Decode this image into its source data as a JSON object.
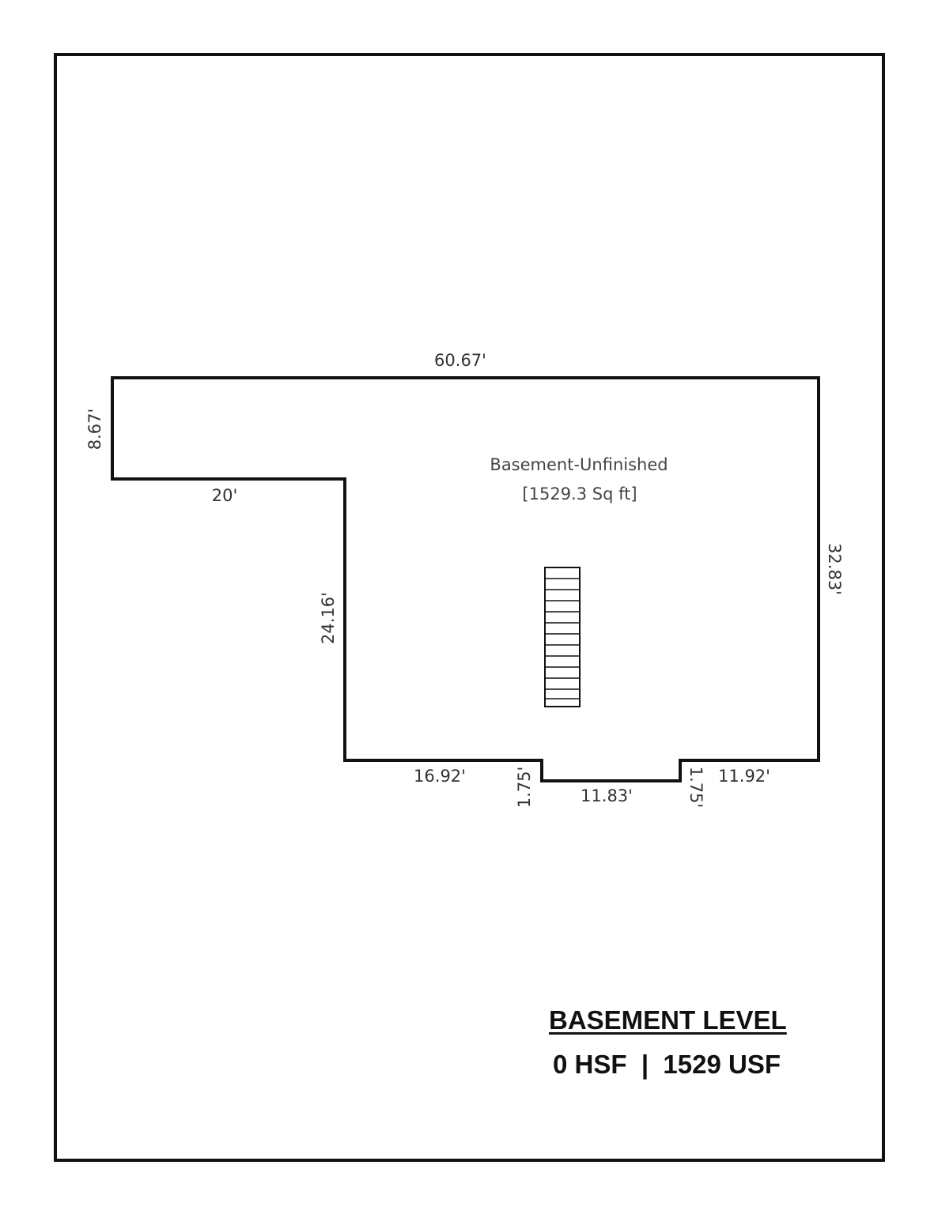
{
  "room": {
    "name": "Basement-Unfinished",
    "area": "[1529.3 Sq ft]"
  },
  "dimensions": {
    "top": "60.67'",
    "left_short": "8.67'",
    "step_horizontal": "20'",
    "step_vertical": "24.16'",
    "right": "32.83'",
    "bottom_left": "16.92'",
    "notch_left": "1.75'",
    "notch_bottom": "11.83'",
    "notch_right": "1.75'",
    "bottom_right": "11.92'"
  },
  "legend": {
    "title": "BASEMENT LEVEL",
    "area": "0 HSF  |  1529 USF"
  }
}
